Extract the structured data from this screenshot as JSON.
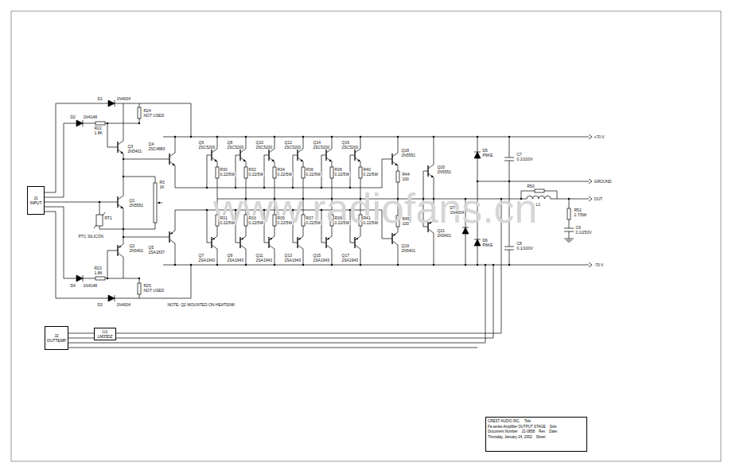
{
  "diagram": {
    "nodes": [
      {
        "text": [
          "J1",
          "INPUT"
        ]
      },
      {
        "text": [
          "J2",
          "OUTTEMP"
        ]
      },
      {
        "text": [
          "U1",
          "LM35DZ"
        ]
      },
      {
        "text": [
          "CREST AUDIO INC.",
          "Title",
          "Fa series Amplifier OUTPUT STAGE",
          "Size",
          "Document Number",
          "21-0858",
          "Rev",
          "Date:",
          "Thursday, January 24, 2002",
          "Sheet"
        ]
      }
    ],
    "labels": [
      "Q6",
      "2SC5200",
      "R30",
      "0.22/5W",
      "R31",
      "0.22/5W",
      "Q7",
      "2SA1943",
      "Q8",
      "2SC5200",
      "R32",
      "0.22/5W",
      "R33",
      "0.22/5W",
      "Q9",
      "2SA1943",
      "Q10",
      "2SC5200",
      "R34",
      "0.22/5W",
      "R35",
      "0.22/5W",
      "Q11",
      "2SA1943",
      "Q12",
      "2SC5200",
      "R36",
      "0.22/5W",
      "R37",
      "0.22/5W",
      "Q13",
      "2SA1943",
      "Q14",
      "2SC5200",
      "R38",
      "0.22/5W",
      "R39",
      "0.22/5W",
      "Q15",
      "2SA1943",
      "Q16",
      "2SC5200",
      "R40",
      "0.22/5W",
      "R41",
      "0.22/5W",
      "Q17",
      "2SA1943",
      "D1",
      "1N4004",
      "D2",
      "1N4148",
      "R22",
      "1.8K",
      "R24",
      "NOT USED",
      "Q3",
      "2N5401",
      "Q4",
      "2SC4883",
      "Q1",
      "2N5551",
      "R3",
      "1K",
      "RT1",
      "PTC SILICON",
      "Q2",
      "2N5401",
      "Q5",
      "2SA1837",
      "R23",
      "1.8K",
      "D4",
      "1N4148",
      "R25",
      "NOT USED",
      "D3",
      "1N4004",
      "Q18",
      "2N5551",
      "R44",
      "100",
      "Q20",
      "2N5551",
      "Q19",
      "2N5401",
      "R45",
      "100",
      "Q21",
      "2N5401",
      "D7",
      "1N4004",
      "D5",
      "P6KE",
      "D6",
      "P6KE",
      "C7",
      "0.1/100V",
      "C8",
      "0.1/100V",
      "L1",
      "R50",
      "R52",
      "2.7/5W",
      "C9",
      "0.1/250V",
      "+70 V",
      "GROUND",
      "OUT",
      "-70 V",
      "NOTE: Q2 MOUNTED ON HEATSINK",
      "www.radiofans.cn"
    ]
  }
}
